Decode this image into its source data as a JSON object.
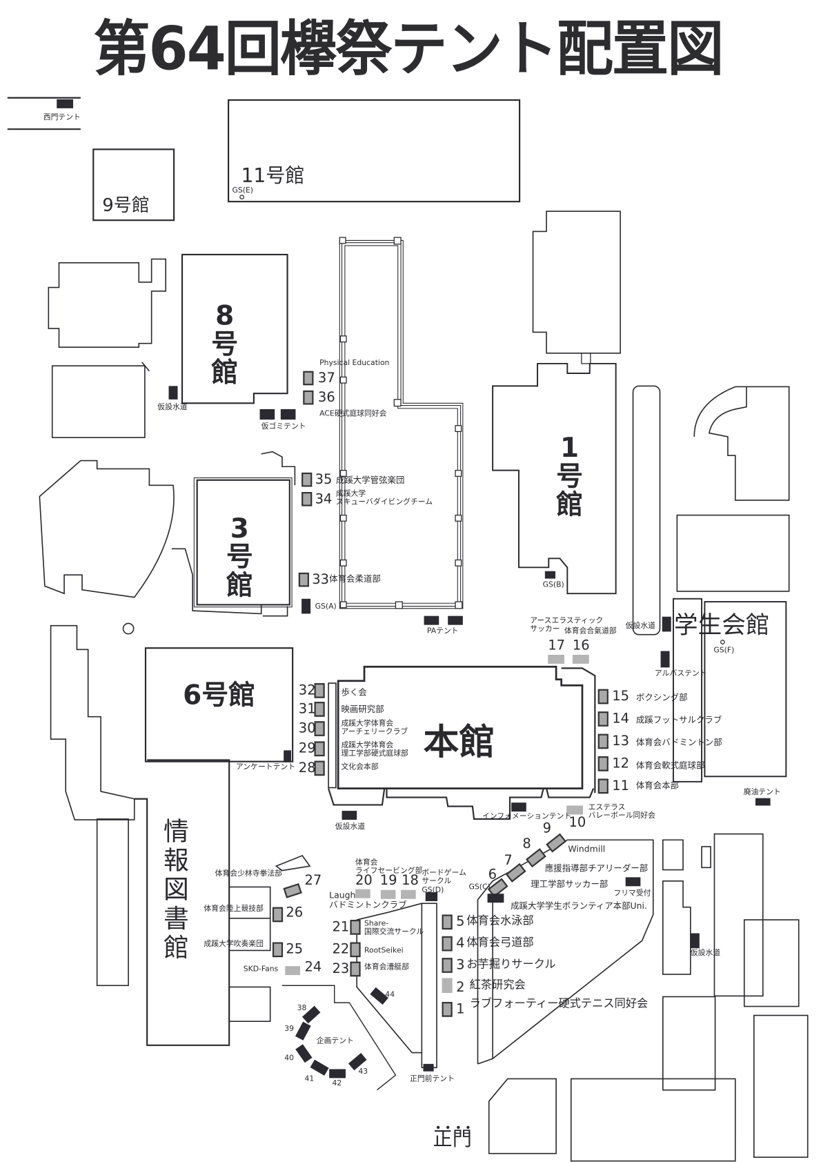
{
  "title": "第64回欅祭テント配置図",
  "buildings": {
    "b11": "11号館",
    "b9": "9号館",
    "b8": [
      "8",
      "号",
      "館"
    ],
    "b3": [
      "3",
      "号",
      "館"
    ],
    "b1": [
      "1",
      "号",
      "館"
    ],
    "b6": "6号館",
    "honkan": "本館",
    "gakusei": "学生会館",
    "library": [
      "情",
      "報",
      "図",
      "書",
      "館"
    ],
    "seimon": "正門"
  },
  "misc": {
    "west_gate_tent": "西門テント",
    "gs_e": "GS(E)",
    "water1": "仮設水道",
    "garbage": "仮ゴミテント",
    "pa": "PAテント",
    "gs_a": "GS(A)",
    "gs_b": "GS(B)",
    "water2": "仮設水道",
    "arubasu": "アルバステント",
    "gs_f": "GS(F)",
    "haiyu": "廃油テント",
    "water3": "仮設水道",
    "info": "インフォメーションテント",
    "gs_c": "GS(C)",
    "gs_d": "GS(D)",
    "furima": "フリマ受付",
    "water4": "仮設水道",
    "kikaku": "企画テント",
    "seimon_mae": "正門前テント",
    "enquete": "アンケートテント"
  },
  "tents": [
    {
      "no": "1",
      "name": "ラブフォーティー硬式テニス同好会"
    },
    {
      "no": "2",
      "name": "紅茶研究会"
    },
    {
      "no": "3",
      "name": "お芋掘りサークル"
    },
    {
      "no": "4",
      "name": "体育会弓道部"
    },
    {
      "no": "5",
      "name": "体育会水泳部"
    },
    {
      "no": "6",
      "name": "成蹊大学学生ボランティア本部Uni."
    },
    {
      "no": "7",
      "name": "理工学部サッカー部"
    },
    {
      "no": "8",
      "name": "應援指導部チアリーダー部"
    },
    {
      "no": "9",
      "name": "Windmill"
    },
    {
      "no": "10",
      "name": "エステラス\nバレーボール同好会"
    },
    {
      "no": "11",
      "name": "体育会本部"
    },
    {
      "no": "12",
      "name": "体育会軟式庭球部"
    },
    {
      "no": "13",
      "name": "体育会バドミントン部"
    },
    {
      "no": "14",
      "name": "成蹊フットサルクラブ"
    },
    {
      "no": "15",
      "name": "ボクシング部"
    },
    {
      "no": "16",
      "name": "体育会合氣道部"
    },
    {
      "no": "17",
      "name": "アースエラスティック\nサッカー"
    },
    {
      "no": "18",
      "name": "ボードゲーム\nサークル"
    },
    {
      "no": "19",
      "name": "体育会\nライフセービング部"
    },
    {
      "no": "20",
      "name": "Laugh\nバドミントンクラブ"
    },
    {
      "no": "21",
      "name": "Share-\n国際交流サークル"
    },
    {
      "no": "22",
      "name": "RootSeikei"
    },
    {
      "no": "23",
      "name": "体育会漕艇部"
    },
    {
      "no": "24",
      "name": "SKD-Fans"
    },
    {
      "no": "25",
      "name": "成蹊大学吹奏楽団"
    },
    {
      "no": "26",
      "name": "体育会陸上競技部"
    },
    {
      "no": "27",
      "name": "体育会少林寺拳法部"
    },
    {
      "no": "28",
      "name": "文化会本部"
    },
    {
      "no": "29",
      "name": "成蹊大学体育会\n理工学部硬式庭球部"
    },
    {
      "no": "30",
      "name": "成蹊大学体育会\nアーチェリークラブ"
    },
    {
      "no": "31",
      "name": "映画研究部"
    },
    {
      "no": "32",
      "name": "歩く会"
    },
    {
      "no": "33",
      "name": "体育会柔道部"
    },
    {
      "no": "34",
      "name": "成蹊大学\nスキューバダイビングチーム"
    },
    {
      "no": "35",
      "name": "成蹊大学管弦楽団"
    },
    {
      "no": "36",
      "name": "ACE硬式庭球同好会"
    },
    {
      "no": "37",
      "name": "Physical Education"
    },
    {
      "no": "38",
      "name": ""
    },
    {
      "no": "39",
      "name": ""
    },
    {
      "no": "40",
      "name": ""
    },
    {
      "no": "41",
      "name": ""
    },
    {
      "no": "42",
      "name": ""
    },
    {
      "no": "43",
      "name": ""
    },
    {
      "no": "44",
      "name": ""
    }
  ],
  "colors": {
    "tent_dark": "#2a2a30",
    "tent_gray": "#a9a9a9",
    "tent_light": "#b4b4b4",
    "line": "#2a2a2e"
  }
}
